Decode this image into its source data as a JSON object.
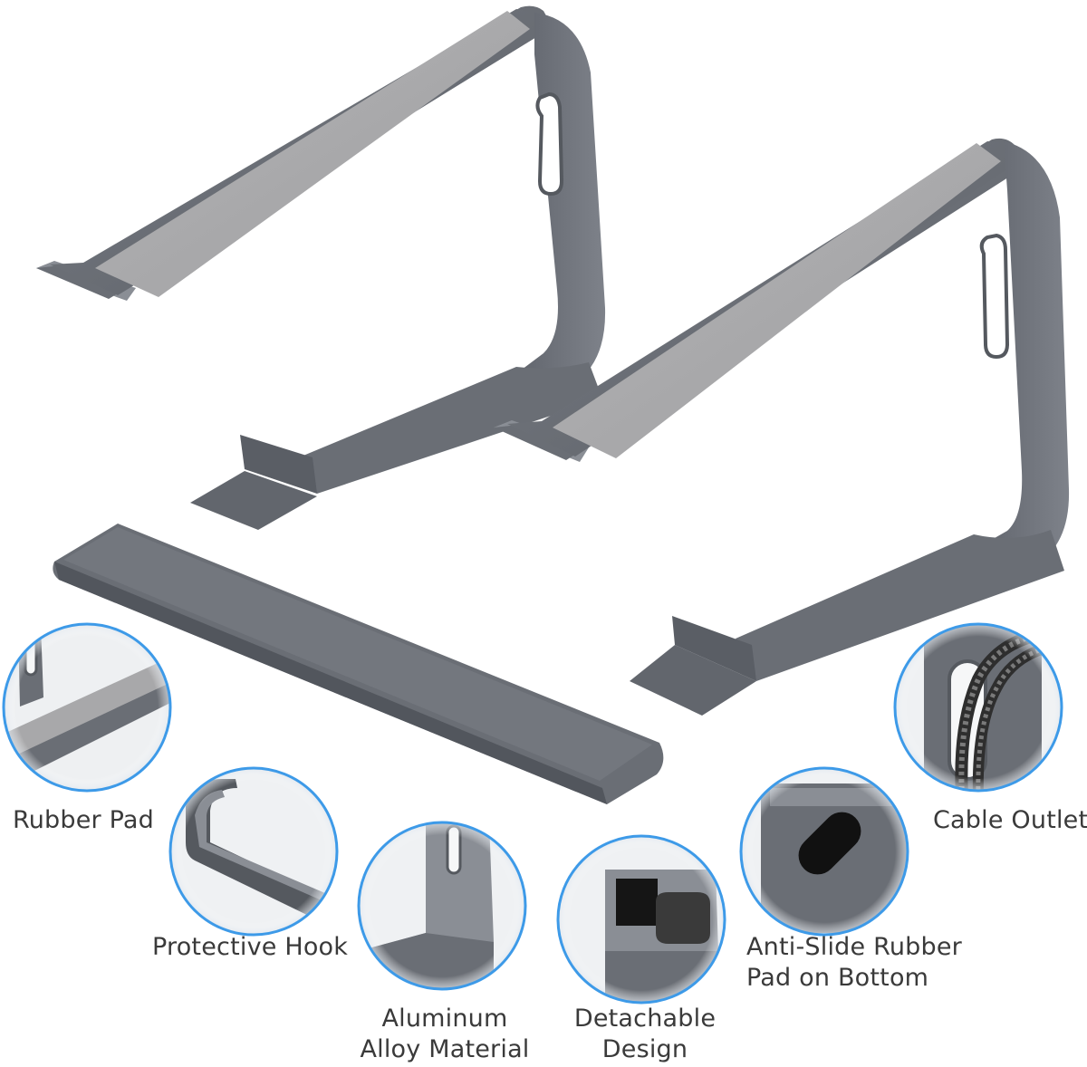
{
  "features": [
    {
      "name": "rubber_pad",
      "lines": [
        "Rubber Pad"
      ]
    },
    {
      "name": "protective_hook",
      "lines": [
        "Protective Hook"
      ]
    },
    {
      "name": "aluminum_alloy",
      "lines": [
        "Aluminum",
        "Alloy Material"
      ]
    },
    {
      "name": "detachable_design",
      "lines": [
        "Detachable",
        "Design"
      ]
    },
    {
      "name": "anti_slide_pad",
      "lines": [
        "Anti-Slide Rubber",
        "Pad on Bottom"
      ]
    },
    {
      "name": "cable_outlet",
      "lines": [
        "Cable Outlet"
      ]
    }
  ],
  "colors": {
    "metal": "#6a6e75",
    "metal_dark": "#52565d",
    "metal_light": "#8a8e95",
    "pad": "#a8a8aa",
    "circle_border": "#3d9ae8",
    "circle_shadow": "#c9d6e2",
    "rubber": "#1c1c1c",
    "cable": "#4a4a4a",
    "text": "#3a3a3a"
  }
}
